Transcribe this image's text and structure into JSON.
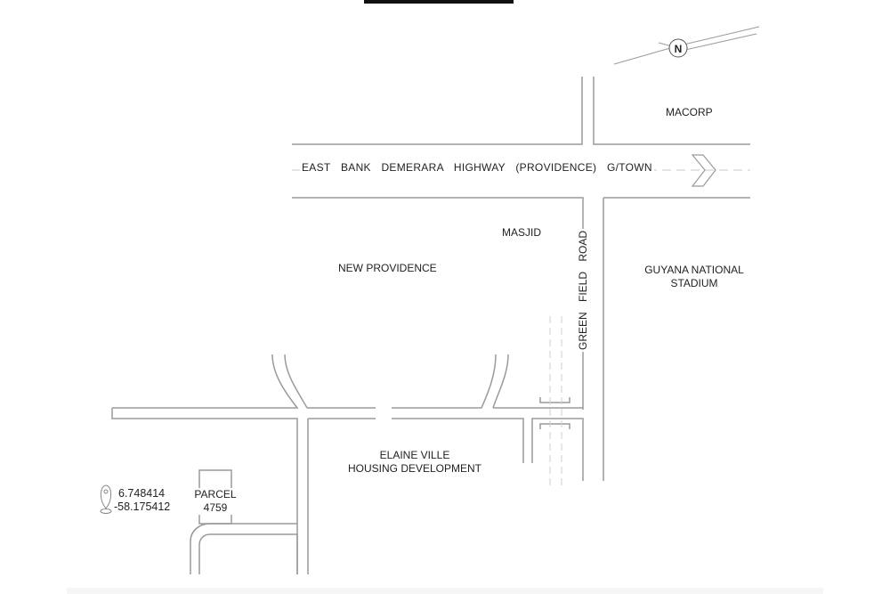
{
  "compass": {
    "label": "N"
  },
  "roads": {
    "highway": "EAST  BANK  DEMERARA  HIGHWAY  (PROVIDENCE)  G/TOWN",
    "green_field_road": "GREEN  FIELD  ROAD"
  },
  "places": {
    "macorp": "MACORP",
    "masjid": "MASJID",
    "new_providence": "NEW PROVIDENCE",
    "stadium_line1": "GUYANA NATIONAL",
    "stadium_line2": "STADIUM",
    "elaine_line1": "ELAINE VILLE",
    "elaine_line2": "HOUSING DEVELOPMENT",
    "parcel_line1": "PARCEL",
    "parcel_line2": "4759"
  },
  "coordinates": {
    "icon": "map-pin-icon",
    "latitude": "6.748414",
    "longitude": "-58.175412"
  },
  "colors": {
    "line": "#9a9a9a",
    "text": "#222222",
    "background": "#ffffff"
  }
}
